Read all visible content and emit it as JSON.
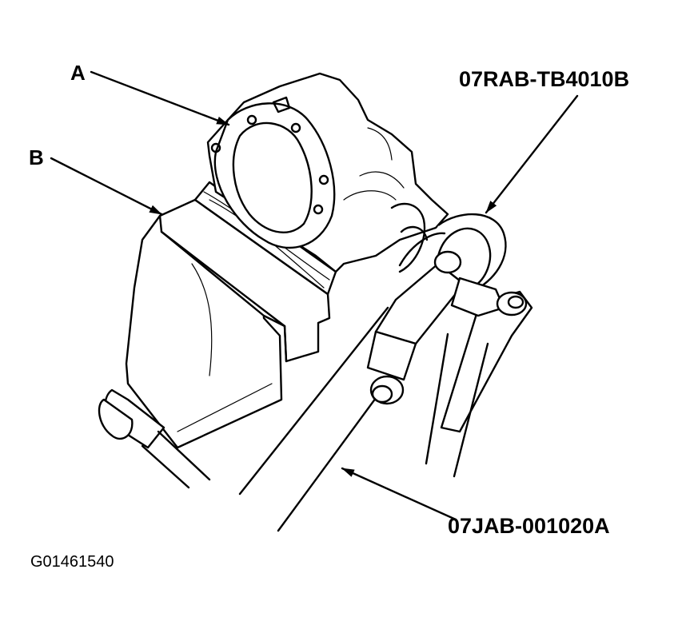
{
  "labels": {
    "part_a": "A",
    "part_b": "B",
    "tool_upper": "07RAB-TB4010B",
    "tool_lower": "07JAB-001020A",
    "figure_code": "G01461540"
  }
}
